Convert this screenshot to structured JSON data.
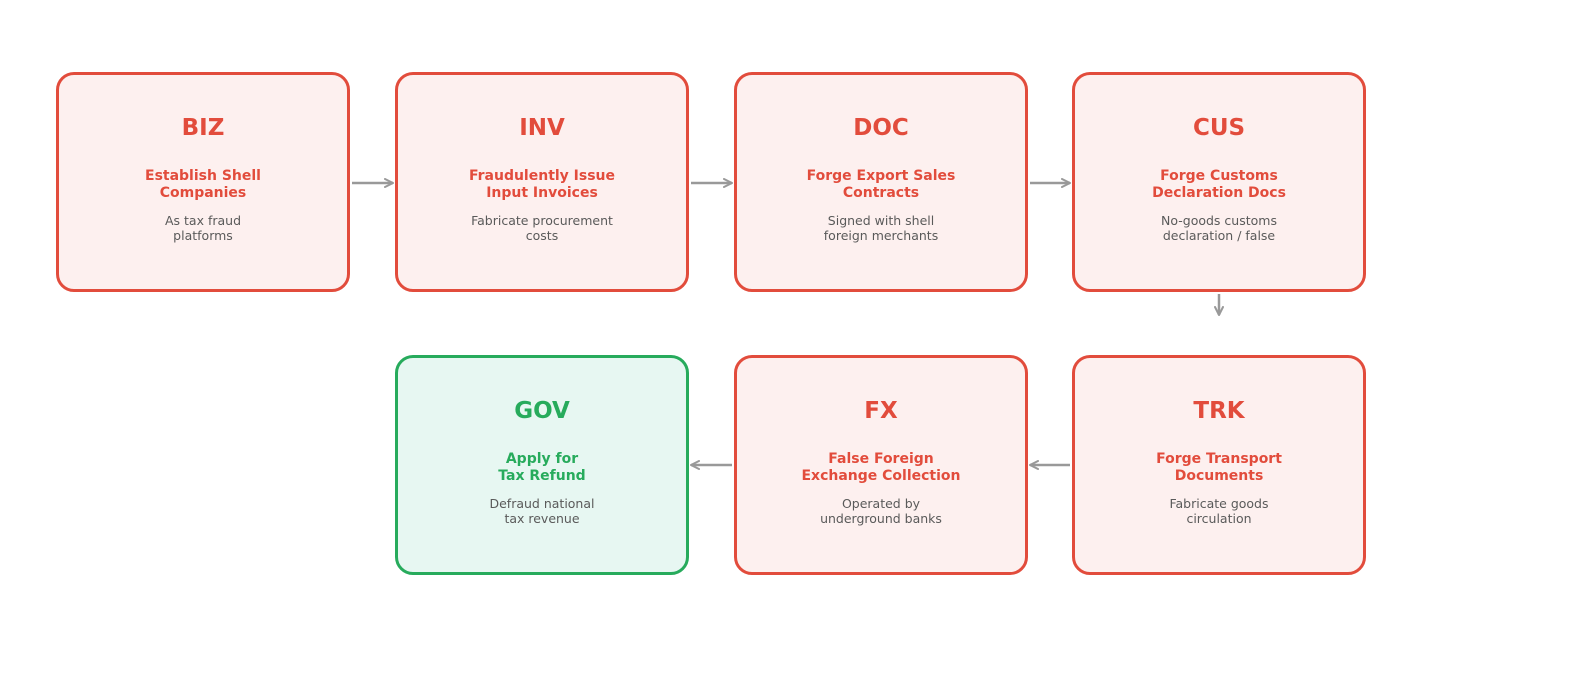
{
  "nodes": [
    {
      "code": "BIZ",
      "title": [
        "Establish Shell",
        "Companies"
      ],
      "desc": [
        "As tax fraud",
        "platforms"
      ]
    },
    {
      "code": "INV",
      "title": [
        "Fraudulently Issue",
        "Input Invoices"
      ],
      "desc": [
        "Fabricate procurement",
        "costs"
      ]
    },
    {
      "code": "DOC",
      "title": [
        "Forge Export Sales",
        "Contracts"
      ],
      "desc": [
        "Signed with shell",
        "foreign merchants"
      ]
    },
    {
      "code": "CUS",
      "title": [
        "Forge Customs",
        "Declaration Docs"
      ],
      "desc": [
        "No-goods customs",
        "declaration / false"
      ]
    },
    {
      "code": "TRK",
      "title": [
        "Forge Transport",
        "Documents"
      ],
      "desc": [
        "Fabricate goods",
        "circulation"
      ]
    },
    {
      "code": "FX",
      "title": [
        "False Foreign",
        "Exchange Collection"
      ],
      "desc": [
        "Operated by",
        "underground banks"
      ]
    },
    {
      "code": "GOV",
      "title": [
        "Apply for",
        "Tax Refund"
      ],
      "desc": [
        "Defraud national",
        "tax revenue"
      ]
    }
  ],
  "colors": {
    "risk_border": "#e24c3c",
    "risk_fill": "#fdf0ef",
    "final_border": "#27ab5c",
    "final_fill": "#e7f7f2",
    "arrow": "#999999",
    "desc_text": "#5a5a5a"
  }
}
